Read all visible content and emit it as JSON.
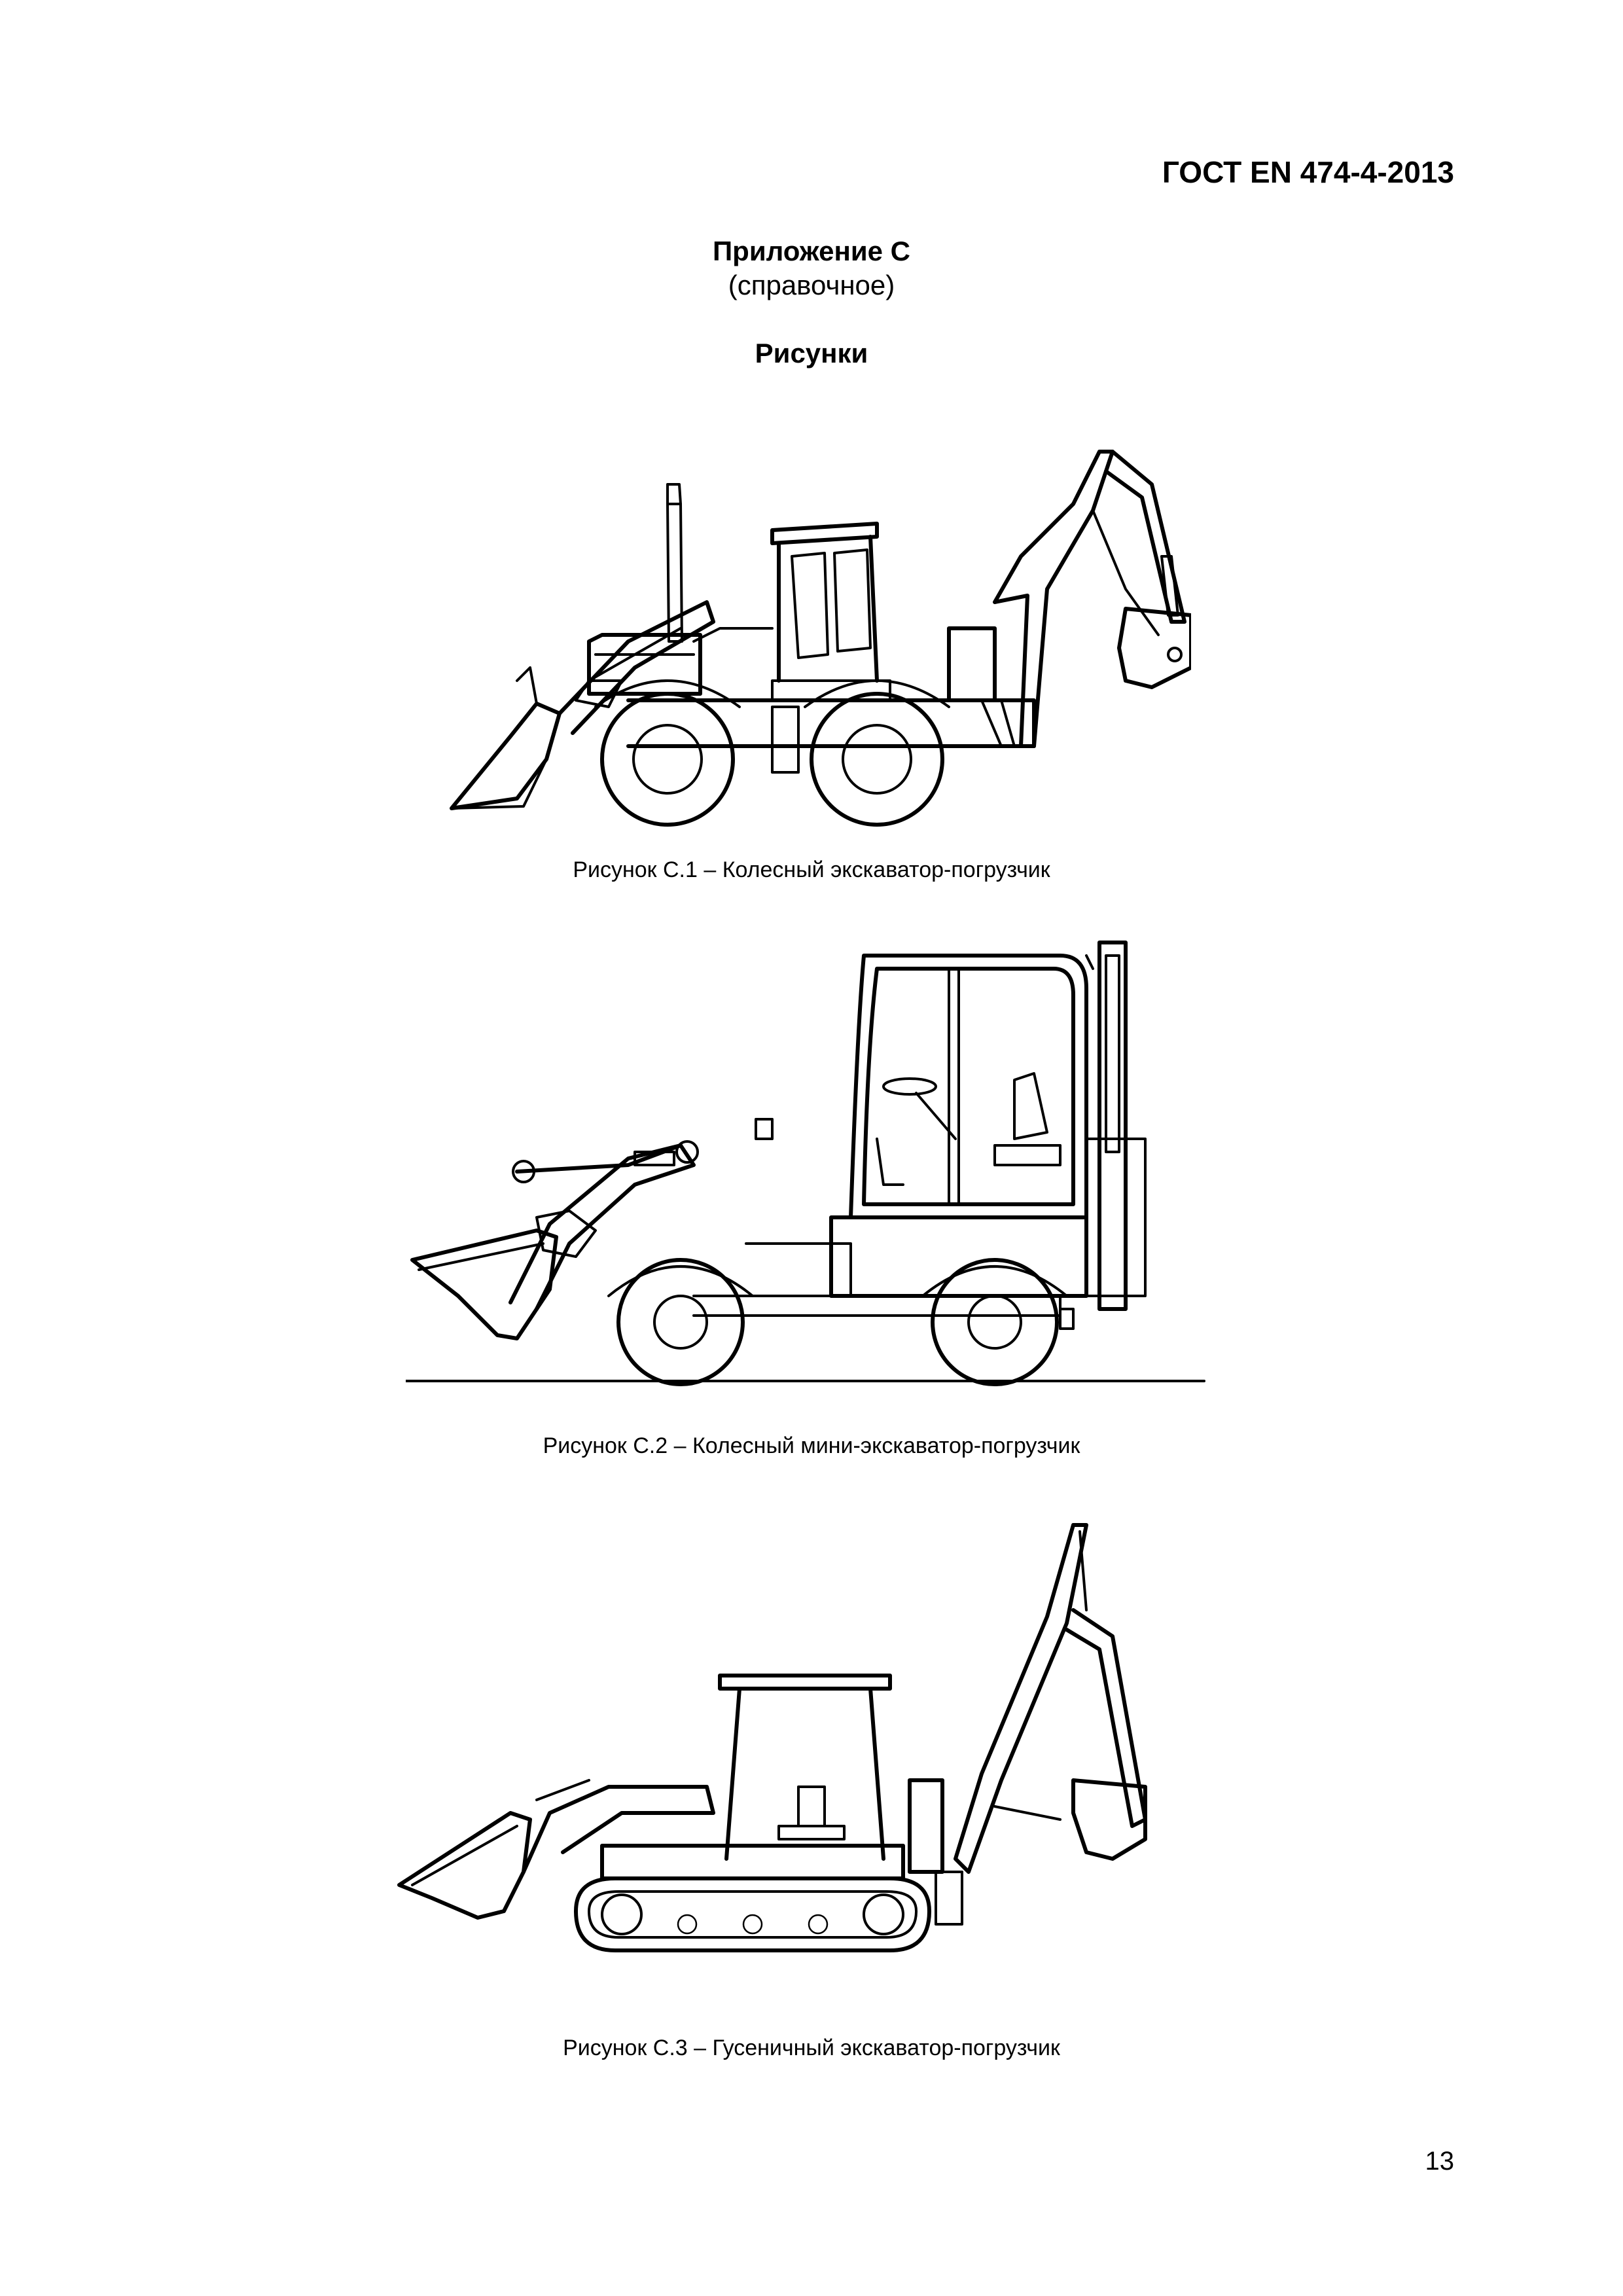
{
  "header": {
    "standard_code": "ГОСТ EN 474-4-2013"
  },
  "annex": {
    "title": "Приложение С",
    "type": "(справочное)"
  },
  "section": {
    "title": "Рисунки"
  },
  "figures": [
    {
      "id": "C1",
      "caption": "Рисунок С.1 – Колесный экскаватор-погрузчик"
    },
    {
      "id": "C2",
      "caption": "Рисунок С.2 – Колесный мини-экскаватор-погрузчик"
    },
    {
      "id": "C3",
      "caption": "Рисунок С.3 – Гусеничный экскаватор-погрузчик"
    }
  ],
  "footer": {
    "page_number": "13"
  }
}
